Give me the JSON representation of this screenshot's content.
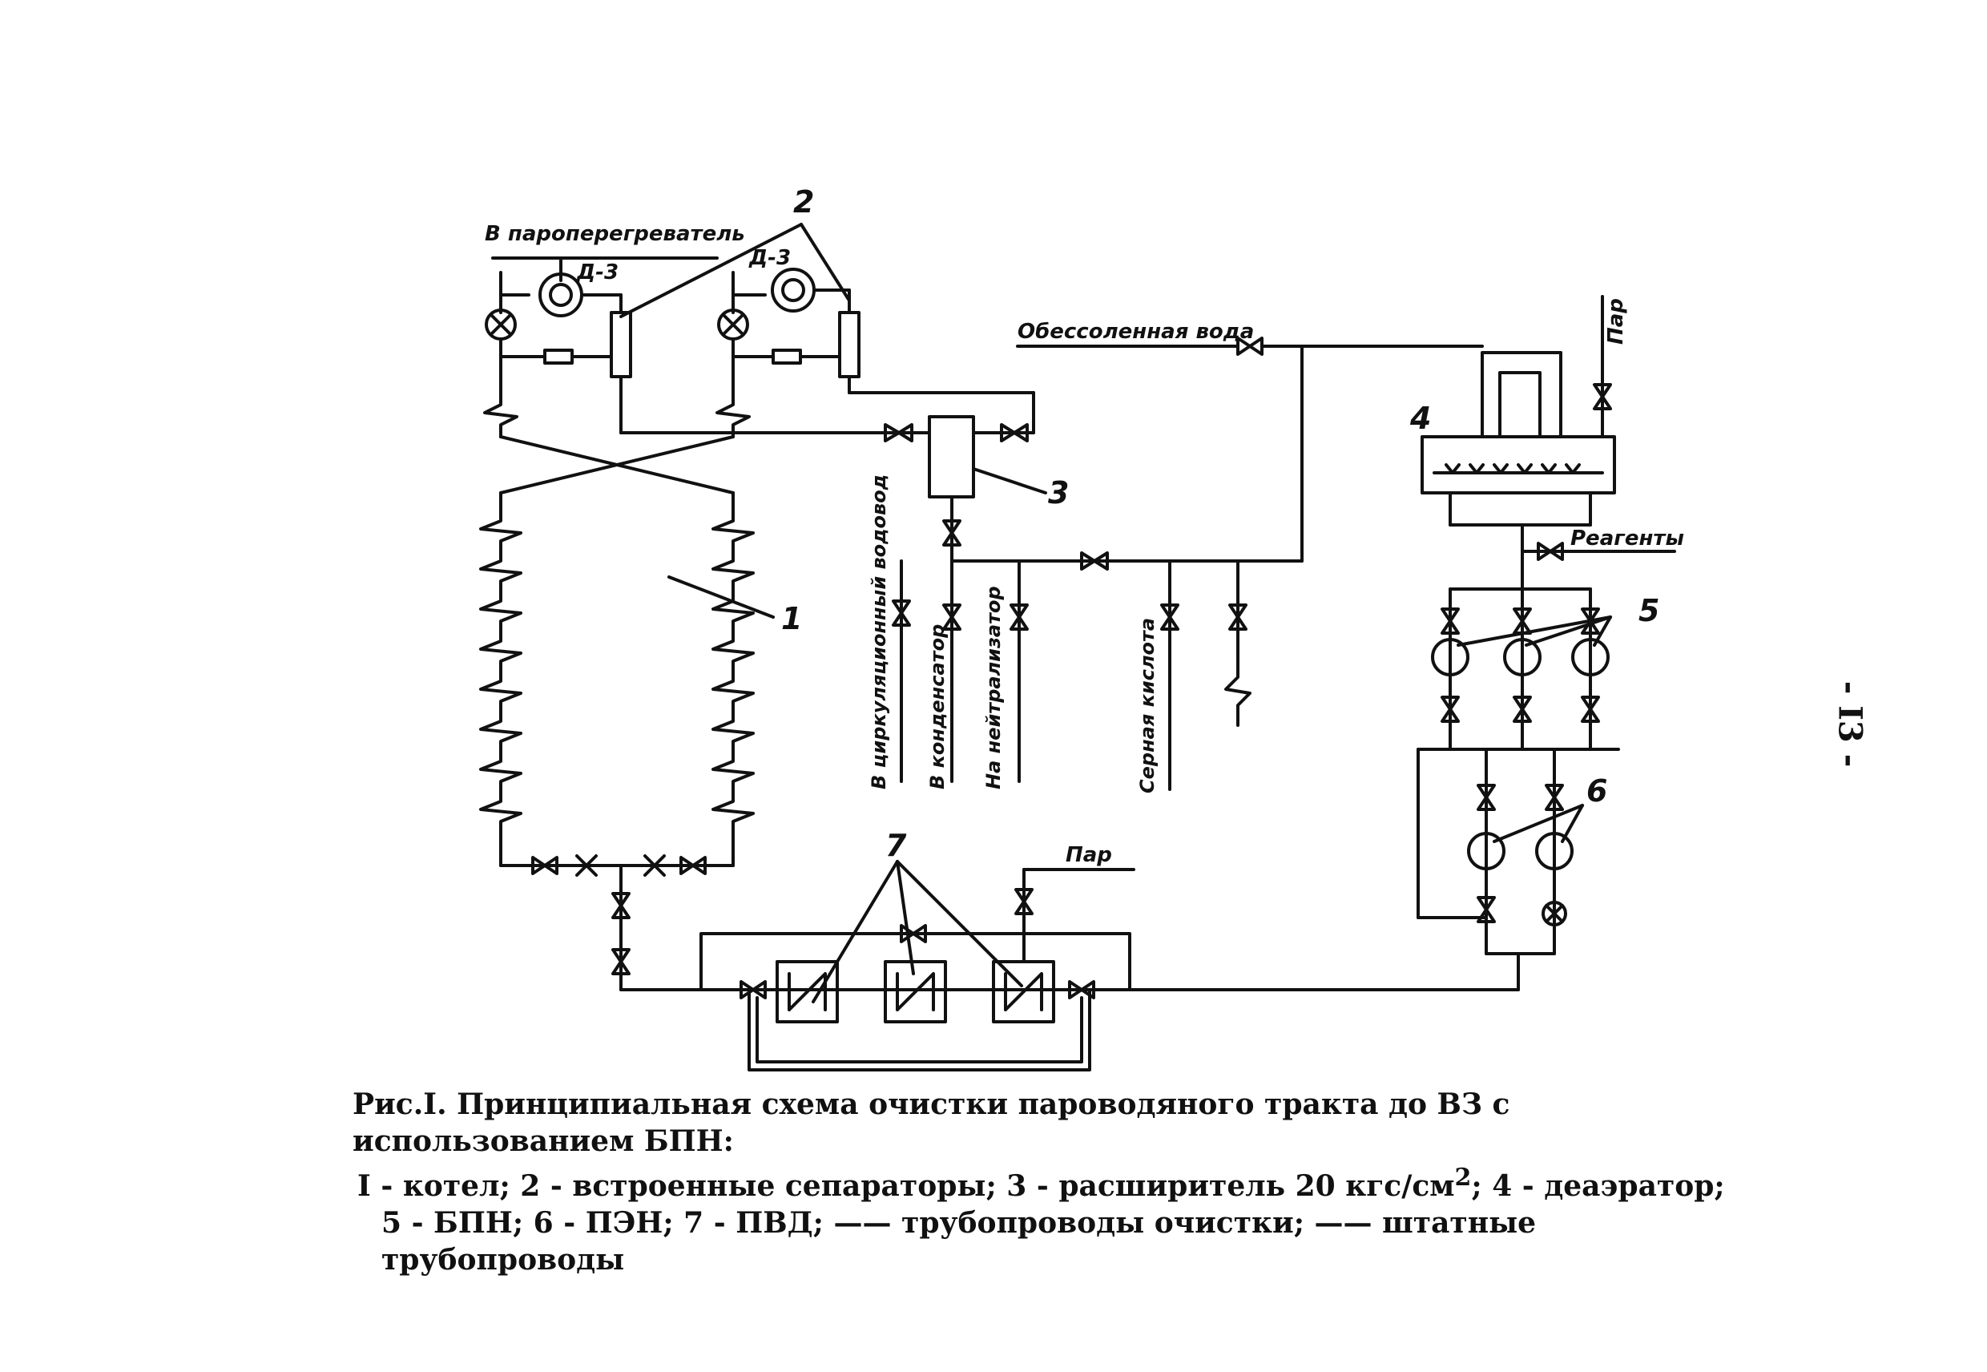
{
  "labels": {
    "superheater": "В пароперегреватель",
    "d3_left": "Д-3",
    "d3_right": "Д-3",
    "demin_water": "Обессоленная вода",
    "steam_top": "Пар",
    "reagents": "Реагенты",
    "to_circ_water": "В циркуляционный водовод",
    "to_condenser": "В конденсатор",
    "to_neutralizer": "На нейтрализатор",
    "sulfuric_acid": "Серная кислота",
    "steam_bottom": "Пар"
  },
  "numbers": {
    "n1": "1",
    "n2": "2",
    "n3": "3",
    "n4": "4",
    "n5": "5",
    "n6": "6",
    "n7": "7"
  },
  "caption": {
    "line1": "Рис.I. Принципиальная схема очистки пароводяного тракта до ВЗ с использованием БПН:",
    "line2_a": "I - котел; 2 - встроенные сепараторы; 3 - расширитель 20 кгс/см",
    "line2_sup": "2",
    "line2_b": "; 4 - деаэратор;",
    "line3": "5 - БПН; 6 - ПЭН; 7 - ПВД; —— трубопроводы очистки; —— штатные трубопроводы"
  },
  "page_number": "- I3 -"
}
